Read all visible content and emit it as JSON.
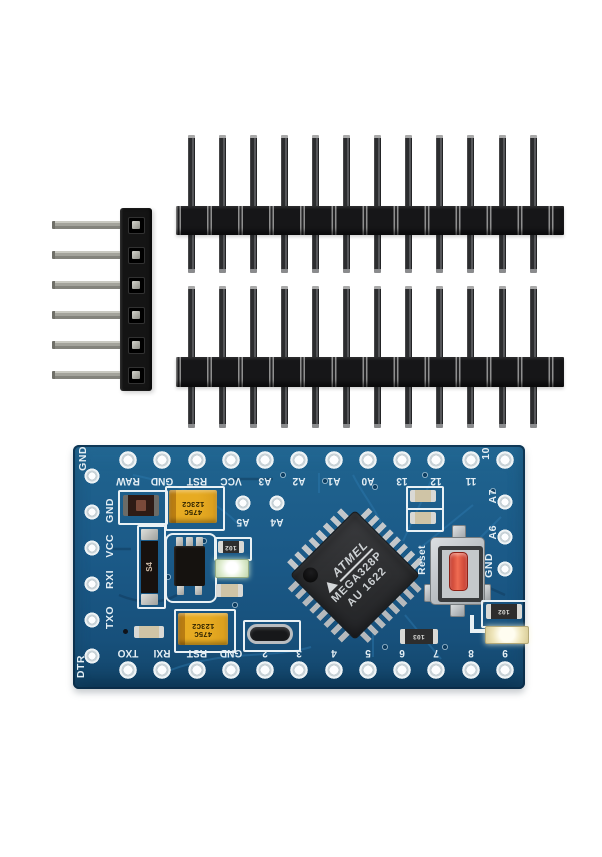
{
  "product": {
    "description": "Arduino Pro Mini compatible microcontroller board with one 6-pin right-angle header and two 12-pin straight headers"
  },
  "colors": {
    "background": "#ffffff",
    "pcb_blue": "#1b5a88",
    "silkscreen": "#e4eef4",
    "header_plastic": "#161618",
    "pin_metal_dark": "#2c2d2f",
    "pin_metal_silver": "#a3a39b",
    "chip_body": "#2c2d2f",
    "capacitor_yellow": "#e7ab22",
    "reset_button_red": "#d84435",
    "button_metal": "#c3c7ca",
    "led_green": "#e2efd4",
    "led_yellow": "#efe6bc"
  },
  "headers": {
    "right_angle": {
      "pin_count": 6
    },
    "straight_top": {
      "pin_count": 12
    },
    "straight_bottom": {
      "pin_count": 12
    }
  },
  "board": {
    "top_row_labels": [
      "RAW",
      "GND",
      "RST",
      "VCC",
      "A3",
      "A2",
      "A1",
      "A0",
      "13",
      "12",
      "11"
    ],
    "right_edge_labels": [
      "10",
      "A7",
      "A6",
      "GND"
    ],
    "bottom_row_labels": [
      "TXO",
      "RXI",
      "RST",
      "GND",
      "2",
      "3",
      "4",
      "5",
      "6",
      "7",
      "8",
      "9"
    ],
    "left_edge_labels": [
      "GND",
      "GND",
      "VCC",
      "RXI",
      "TXO",
      "DTR"
    ],
    "inner_labels": [
      "A5",
      "A4"
    ],
    "chip": {
      "logo": "ATMEL",
      "part": "MEGA328P",
      "lot": "AU 1622"
    },
    "reset_button_label": "Reset",
    "capacitor_marking": [
      "475C",
      "123C2"
    ],
    "diode_marking": "S4",
    "resistor_markings": {
      "r1": "102",
      "r2": "102",
      "r3": "103"
    }
  }
}
